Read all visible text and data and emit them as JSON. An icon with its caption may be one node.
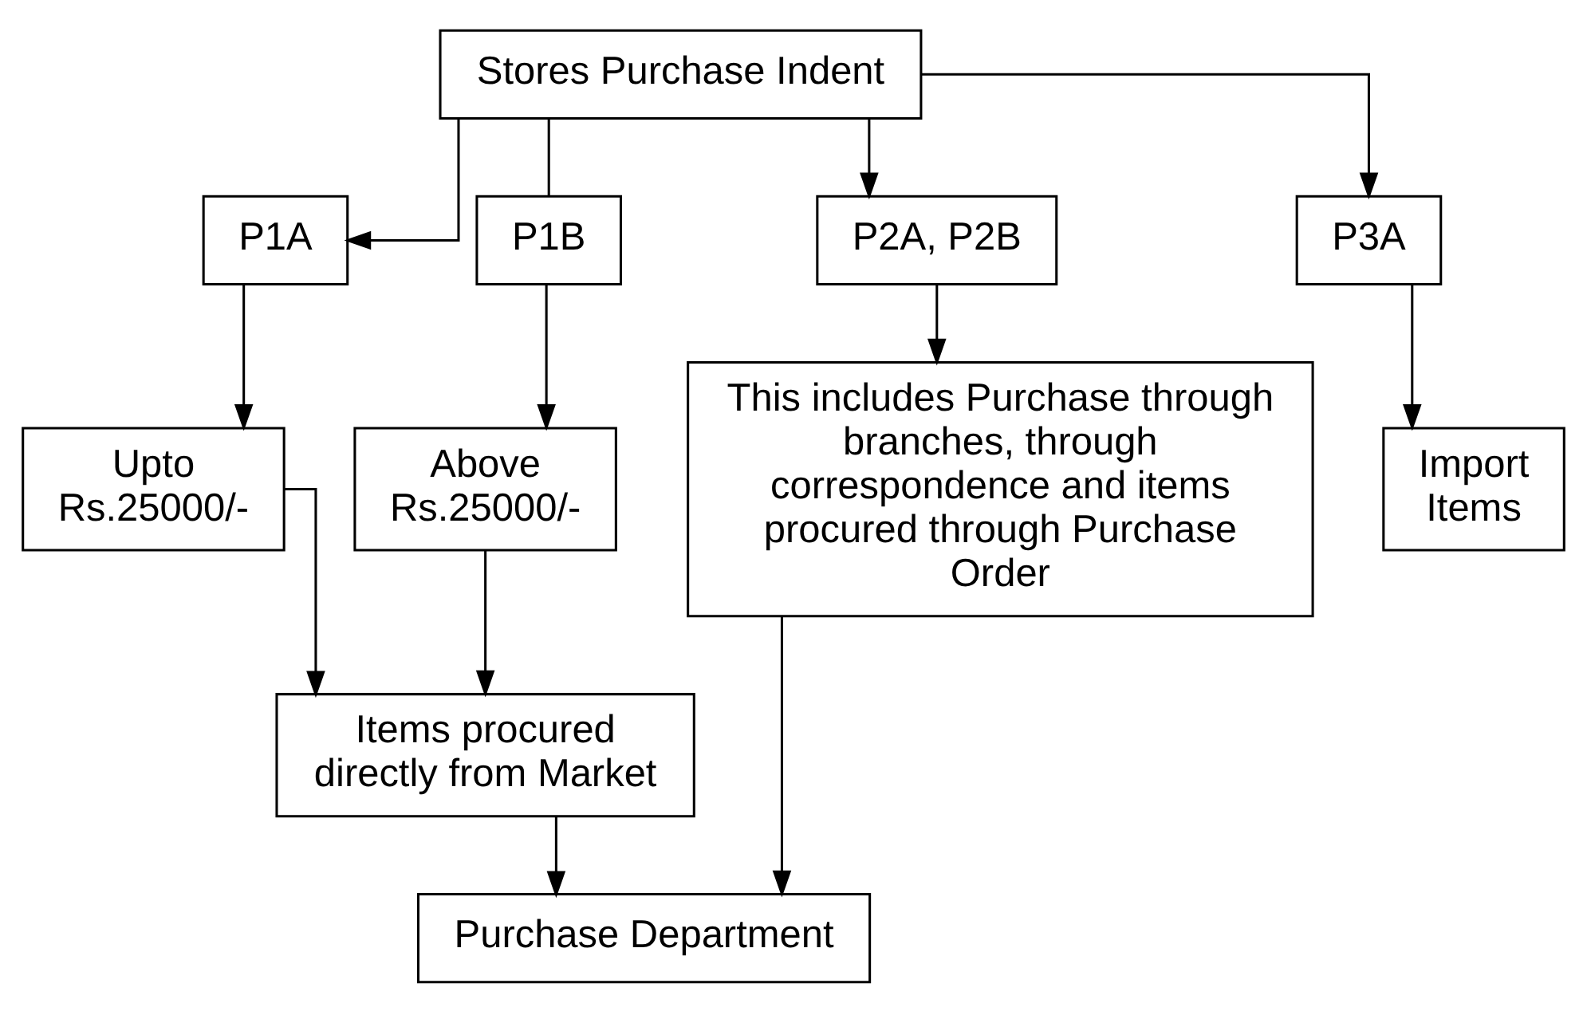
{
  "diagram": {
    "nodes": [
      {
        "text": [
          "Stores Purchase Indent"
        ]
      },
      {
        "text": [
          "P1A"
        ]
      },
      {
        "text": [
          "P1B"
        ]
      },
      {
        "text": [
          "P2A, P2B"
        ]
      },
      {
        "text": [
          "P3A"
        ]
      },
      {
        "text": [
          "Upto Rs.25000/-"
        ]
      },
      {
        "text": [
          "Above Rs.25000/-"
        ]
      },
      {
        "text": [
          "This includes Purchase through branches, through correspondence and items procured through Purchase Order"
        ]
      },
      {
        "text": [
          "Import Items"
        ]
      },
      {
        "text": [
          "Items procured directly from Market"
        ]
      },
      {
        "text": [
          "Purchase Department"
        ]
      }
    ],
    "edges": [
      {
        "from": 0,
        "to": 1,
        "arrow": "to"
      },
      {
        "from": 0,
        "to": 2,
        "arrow": "none"
      },
      {
        "from": 0,
        "to": 3,
        "arrow": "to"
      },
      {
        "from": 0,
        "to": 4,
        "arrow": "to"
      },
      {
        "from": 1,
        "to": 5,
        "arrow": "to"
      },
      {
        "from": 2,
        "to": 6,
        "arrow": "to"
      },
      {
        "from": 3,
        "to": 7,
        "arrow": "to"
      },
      {
        "from": 4,
        "to": 8,
        "arrow": "to"
      },
      {
        "from": 5,
        "to": 9,
        "arrow": "to"
      },
      {
        "from": 6,
        "to": 9,
        "arrow": "to"
      },
      {
        "from": 9,
        "to": 10,
        "arrow": "to"
      },
      {
        "from": 7,
        "to": 10,
        "arrow": "to"
      }
    ]
  }
}
